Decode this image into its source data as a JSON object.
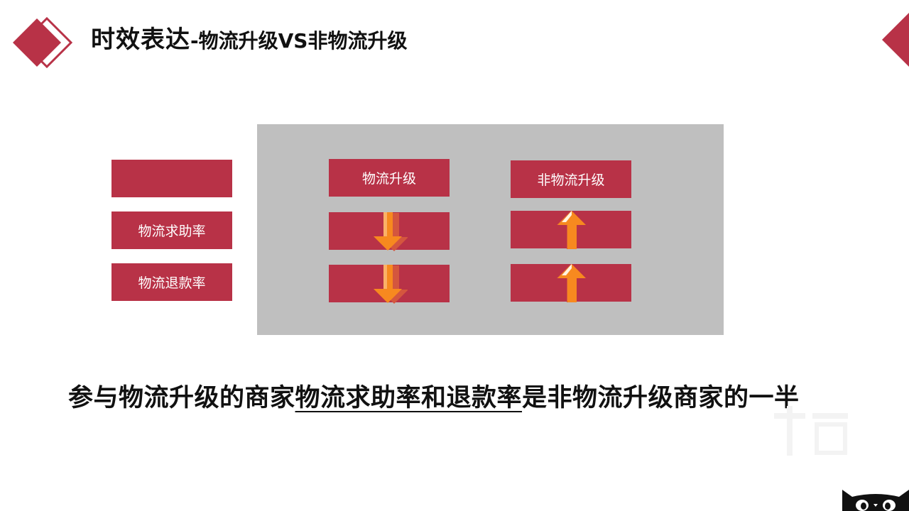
{
  "slide": {
    "title_main": "时效表达",
    "title_sub": "-物流升级VS非物流升级",
    "colors": {
      "accent": "#b83247",
      "panel": "#bfbfbf",
      "arrow": "#f7891f"
    }
  },
  "table": {
    "row_labels": [
      "",
      "物流求助率",
      "物流退款率"
    ],
    "column_headers": [
      "物流升级",
      "非物流升级"
    ],
    "indicators": {
      "logistics_upgrade": [
        "down-arrow-icon",
        "down-arrow-icon"
      ],
      "non_logistics_upgrade": [
        "up-arrow-icon",
        "up-arrow-icon"
      ]
    }
  },
  "conclusion": {
    "before": "参与物流升级的商家",
    "highlight": "物流求助率和退款率",
    "after": "是非物流升级商家的一半"
  }
}
